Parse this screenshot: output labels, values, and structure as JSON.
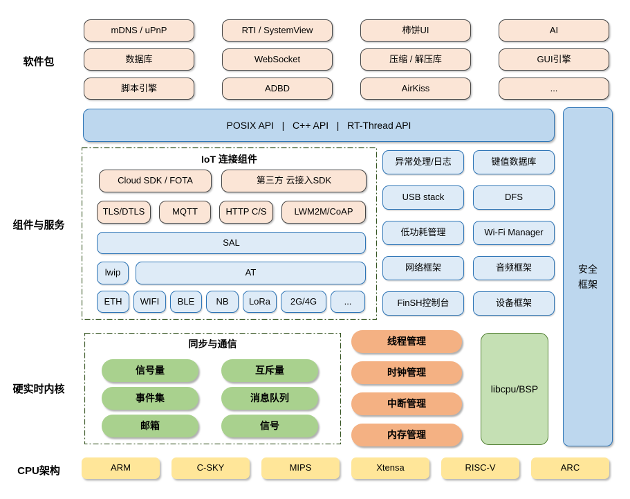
{
  "labels": {
    "packages": "软件包",
    "components": "组件与服务",
    "kernel": "硬实时内核",
    "cpu": "CPU架构"
  },
  "packages": {
    "items": [
      "mDNS / uPnP",
      "RTI / SystemView",
      "柿饼UI",
      "AI",
      "数据库",
      "WebSocket",
      "压缩 / 解压库",
      "GUI引擎",
      "脚本引擎",
      "ADBD",
      "AirKiss",
      "..."
    ]
  },
  "api_bar": {
    "label": "POSIX API   |   C++ API   |   RT-Thread API"
  },
  "iot": {
    "title": "IoT 连接组件",
    "sdk": [
      "Cloud SDK / FOTA",
      "第三方 云接入SDK"
    ],
    "protocols": [
      "TLS/DTLS",
      "MQTT",
      "HTTP C/S",
      "LWM2M/CoAP"
    ],
    "sal": "SAL",
    "lwip": "lwip",
    "at": "AT",
    "links": [
      "ETH",
      "WIFI",
      "BLE",
      "NB",
      "LoRa",
      "2G/4G",
      "..."
    ]
  },
  "services": {
    "items": [
      "异常处理/日志",
      "键值数据库",
      "USB stack",
      "DFS",
      "低功耗管理",
      "Wi-Fi Manager",
      "网络框架",
      "音频框架",
      "FinSH控制台",
      "设备框架"
    ]
  },
  "security": {
    "line1": "安全",
    "line2": "框架"
  },
  "sync": {
    "title": "同步与通信",
    "items": [
      "信号量",
      "互斥量",
      "事件集",
      "消息队列",
      "邮箱",
      "信号"
    ]
  },
  "kernel": {
    "items": [
      "线程管理",
      "时钟管理",
      "中断管理",
      "内存管理"
    ]
  },
  "libcpu": {
    "label": "libcpu/BSP"
  },
  "cpu": {
    "items": [
      "ARM",
      "C-SKY",
      "MIPS",
      "Xtensa",
      "RISC-V",
      "ARC"
    ]
  },
  "palette": {
    "package_fill": "#FBE5D6",
    "package_border": "#454545",
    "api_bar_fill": "#BDD7EE",
    "blue_border": "#2E75B6",
    "service_fill": "#DEEBF7",
    "security_fill": "#BDD7EE",
    "sync_pill_fill": "#A9D18E",
    "kernel_pill_fill": "#F4B183",
    "libcpu_fill": "#C5E0B4",
    "libcpu_border": "#538135",
    "cpu_fill": "#FFE699",
    "dash_border": "#375623"
  }
}
